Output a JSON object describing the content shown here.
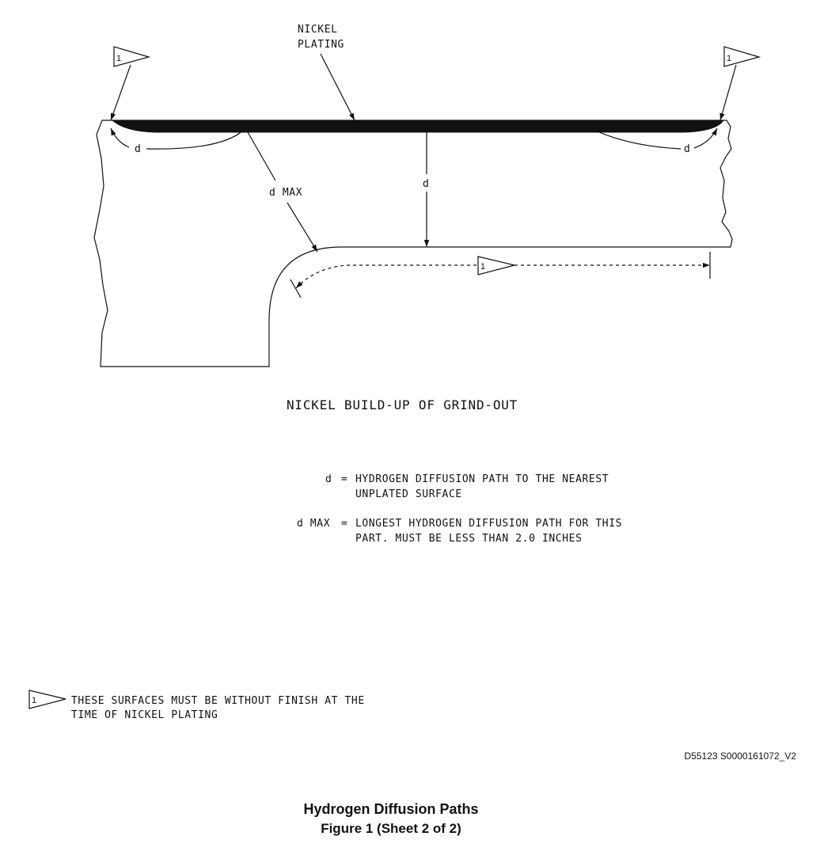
{
  "labels": {
    "nickel_plating_line1": "NICKEL",
    "nickel_plating_line2": "PLATING",
    "d": "d",
    "d_max": "d MAX",
    "flag_number": "1",
    "diagram_title": "NICKEL BUILD-UP OF GRIND-OUT"
  },
  "legend": {
    "d_term": "d",
    "d_eq": "=",
    "d_line1": "HYDROGEN DIFFUSION PATH TO THE NEAREST",
    "d_line2": "UNPLATED SURFACE",
    "dmax_term": "d MAX",
    "dmax_eq": "=",
    "dmax_line1": "LONGEST HYDROGEN DIFFUSION PATH FOR THIS",
    "dmax_line2": "PART.  MUST BE LESS THAN 2.0 INCHES"
  },
  "note": {
    "flag_number": "1",
    "line1": "THESE SURFACES MUST BE WITHOUT FINISH AT THE",
    "line2": "TIME OF NICKEL PLATING"
  },
  "drawing_id": "D55123 S0000161072_V2",
  "caption": {
    "title": "Hydrogen Diffusion Paths",
    "subtitle": "Figure 1  (Sheet 2 of 2)"
  }
}
